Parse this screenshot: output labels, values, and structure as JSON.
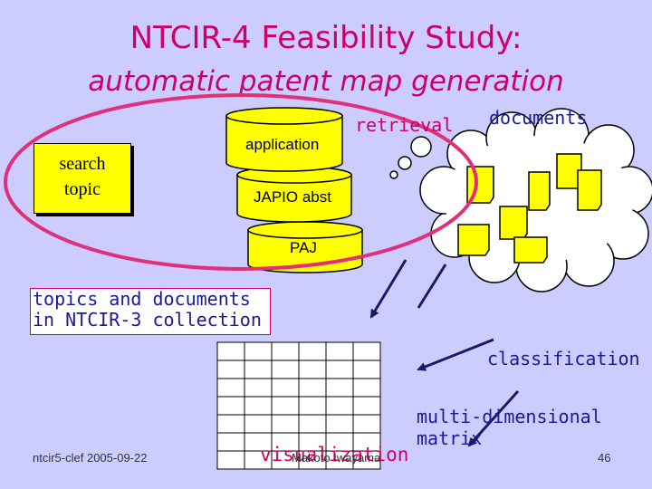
{
  "title": {
    "line1": "NTCIR-4 Feasibility Study:",
    "line2": "automatic patent map generation"
  },
  "search_topic": {
    "line1": "search",
    "line2": "topic"
  },
  "databases": [
    "application",
    "JAPIO abst",
    "PAJ"
  ],
  "labels": {
    "retrieval": "retrieval",
    "documents": "documents",
    "classification": "classification",
    "multidimensional_line1": "multi-dimensional",
    "multidimensional_line2": "matrix",
    "visualization": "visualization",
    "ntcir_collection_line1": "topics and documents",
    "ntcir_collection_line2": "in NTCIR-3 collection"
  },
  "footer": {
    "left": "ntcir5-clef  2005-09-22",
    "center": "Makoto Iwayama",
    "page": "46"
  },
  "colors": {
    "background": "#ccccff",
    "title": "#cc0066",
    "ellipse": "#e0307a",
    "note_text": "#1a1a99",
    "yellow": "#ffff00",
    "arrow": "#1a1a66"
  }
}
